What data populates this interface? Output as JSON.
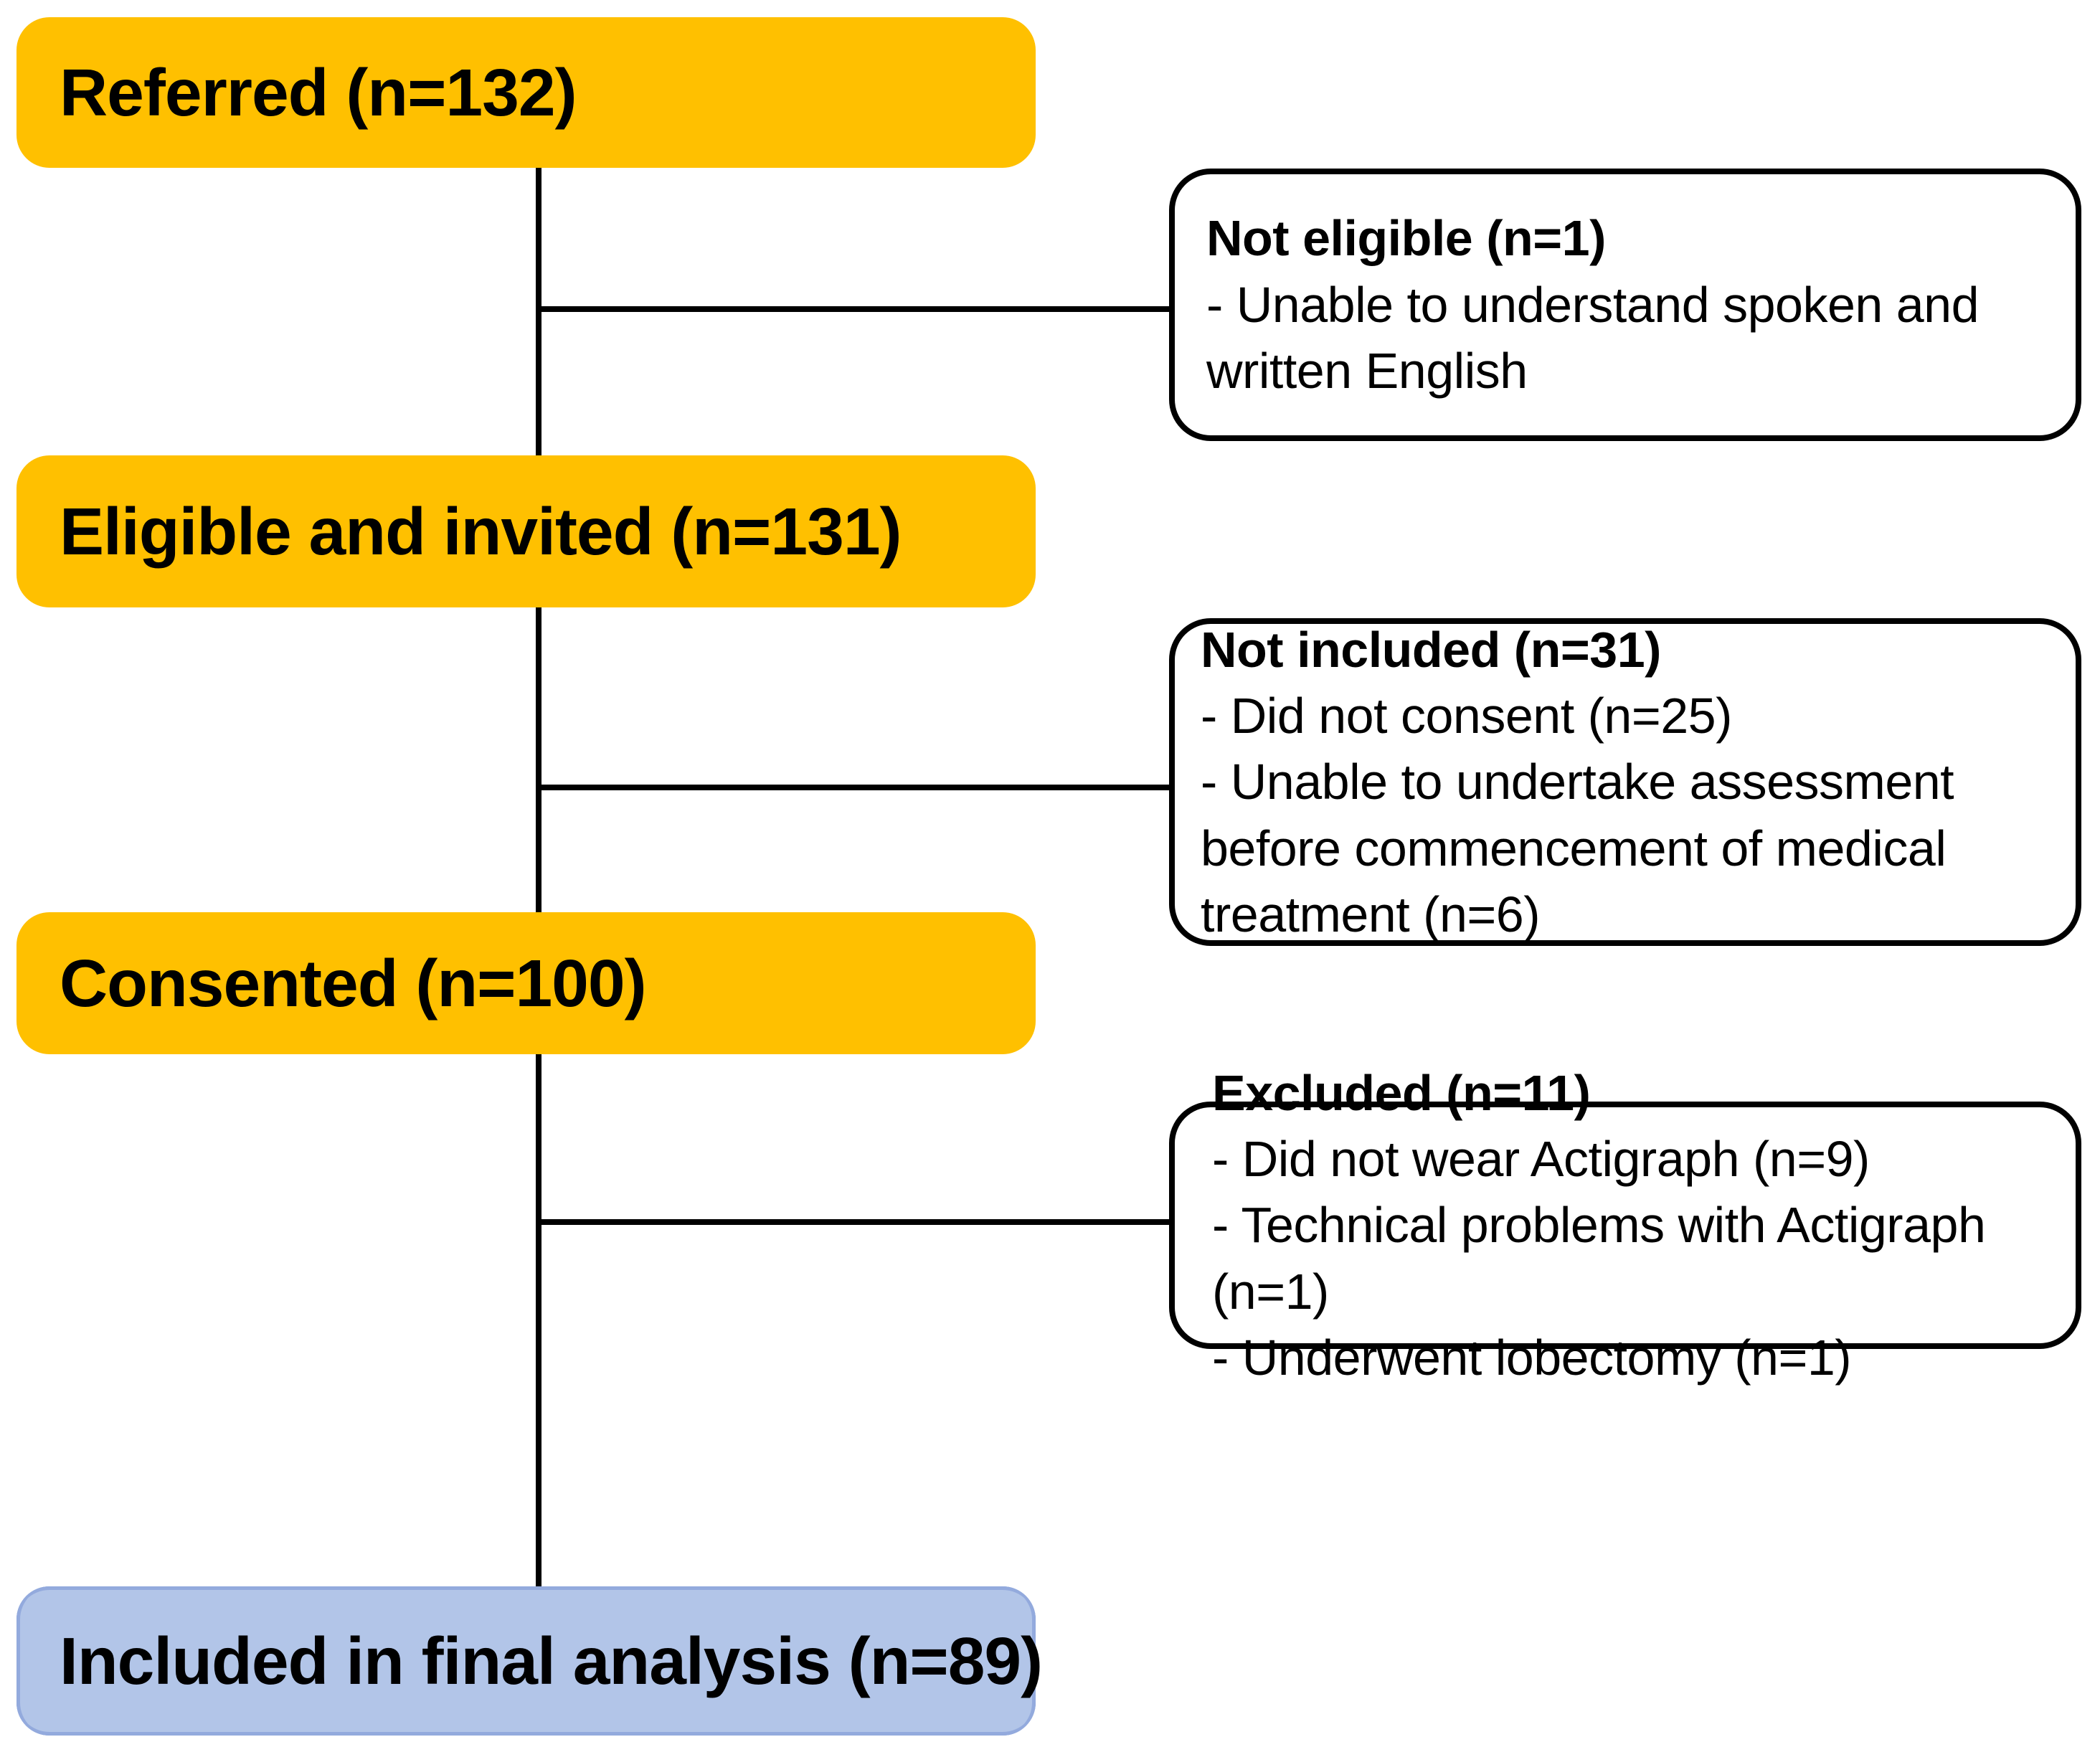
{
  "diagram": {
    "type": "participant-flow-diagram",
    "colors": {
      "stage_fill": "#FFC000",
      "final_fill": "#B2C5E8",
      "line": "#000000",
      "side_box_fill": "#FFFFFF",
      "side_box_border": "#000000"
    }
  },
  "stages": [
    {
      "id": "referred",
      "label": "Referred (n=132)",
      "n": 132,
      "fill": "#FFC000"
    },
    {
      "id": "eligible",
      "label": "Eligible and invited (n=131)",
      "n": 131,
      "fill": "#FFC000"
    },
    {
      "id": "consented",
      "label": "Consented (n=100)",
      "n": 100,
      "fill": "#FFC000"
    },
    {
      "id": "analysed",
      "label": "Included in final analysis (n=89)",
      "n": 89,
      "fill": "#B2C5E8"
    }
  ],
  "exclusions": [
    {
      "id": "not-eligible",
      "title": "Not eligible (n=1)",
      "n": 1,
      "items": [
        "- Unable to understand spoken and written English"
      ]
    },
    {
      "id": "not-included",
      "title": "Not included (n=31)",
      "n": 31,
      "items": [
        "- Did not consent (n=25)",
        "- Unable to undertake assessment before commencement of medical treatment (n=6)"
      ]
    },
    {
      "id": "excluded",
      "title": "Excluded (n=11)",
      "n": 11,
      "items": [
        "- Did not wear Actigraph (n=9)",
        "- Technical problems with Actigraph (n=1)",
        "- Underwent lobectomy (n=1)"
      ]
    }
  ]
}
